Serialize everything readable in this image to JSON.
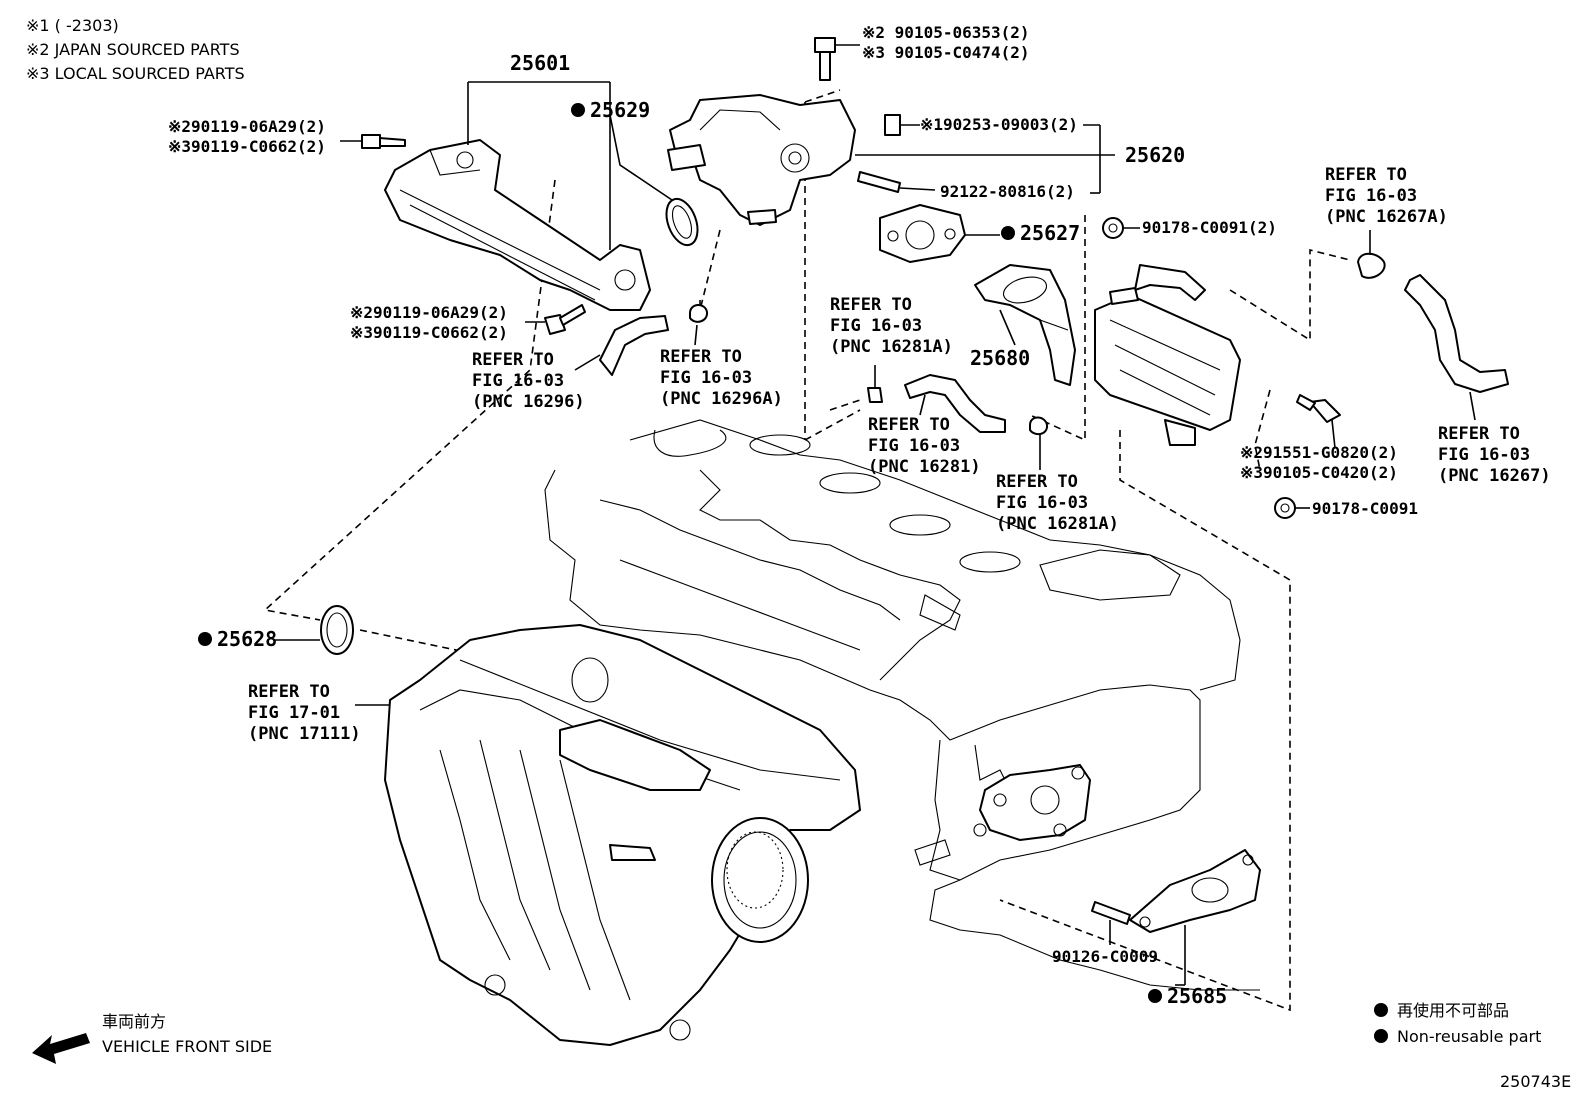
{
  "notes": [
    "※1 (      -2303)",
    "※2 JAPAN SOURCED PARTS",
    "※3 LOCAL SOURCED PARTS"
  ],
  "labels": {
    "l25601": "25601",
    "l25629": "25629",
    "l25620": "25620",
    "l25627": "25627",
    "l25680": "25680",
    "l25628": "25628",
    "l25685": "25685",
    "b1a": "※2 90105-06353(2)",
    "b1b": "※3 90105-C0474(2)",
    "b2a": "※290119-06A29(2)",
    "b2b": "※390119-C0662(2)",
    "b3a": "※290119-06A29(2)",
    "b3b": "※390119-C0662(2)",
    "p90253": "※190253-09003(2)",
    "p92122": "92122-80816(2)",
    "p90178a": "90178-C0091(2)",
    "p91551a": "※291551-G0820(2)",
    "p91551b": "※390105-C0420(2)",
    "p90178b": "90178-C0091",
    "p90126": "90126-C0009"
  },
  "refs": {
    "r16296": [
      "REFER TO",
      "FIG 16-03",
      "(PNC 16296)"
    ],
    "r16296A": [
      "REFER TO",
      "FIG 16-03",
      "(PNC 16296A)"
    ],
    "r16281A_top": [
      "REFER TO",
      "FIG 16-03",
      "(PNC 16281A)"
    ],
    "r16281": [
      "REFER TO",
      "FIG 16-03",
      "(PNC 16281)"
    ],
    "r16281A_bot": [
      "REFER TO",
      "FIG 16-03",
      "(PNC 16281A)"
    ],
    "r16267A": [
      "REFER TO",
      "FIG 16-03",
      "(PNC 16267A)"
    ],
    "r16267": [
      "REFER TO",
      "FIG 16-03",
      "(PNC 16267)"
    ],
    "r17111": [
      "REFER TO",
      "FIG 17-01",
      "(PNC 17111)"
    ]
  },
  "legend": {
    "jp": "再使用不可部品",
    "en": "Non-reusable part"
  },
  "front": {
    "jp": "車両前方",
    "en": "VEHICLE FRONT SIDE"
  },
  "figure_id": "250743E"
}
